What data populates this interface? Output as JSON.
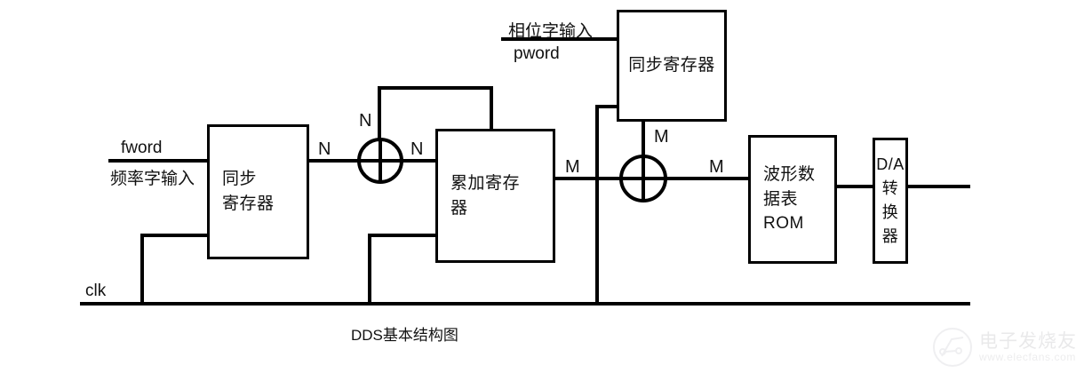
{
  "diagram": {
    "caption": "DDS基本结构图",
    "line_color": "#000000",
    "background": "#ffffff"
  },
  "blocks": [
    {
      "id": "sync-register-freq",
      "lines": [
        "同步",
        "寄存器"
      ]
    },
    {
      "id": "accumulator-register",
      "lines": [
        "累加寄存",
        "器"
      ]
    },
    {
      "id": "sync-register-phase",
      "lines": [
        "同步寄存器"
      ]
    },
    {
      "id": "waveform-rom",
      "lines": [
        "波形数",
        "据表",
        "ROM"
      ]
    },
    {
      "id": "dac",
      "lines": [
        "D/A",
        "转",
        "换",
        "器"
      ]
    }
  ],
  "ports": {
    "fword_label": "fword",
    "fword_desc": "频率字输入",
    "pword_label": "pword",
    "pword_desc": "相位字输入",
    "clk_label": "clk"
  },
  "bus_labels": {
    "n_adder_top": "N",
    "n_register_out": "N",
    "n_adder_out": "N",
    "m_accumulator_out": "M",
    "m_adder_top": "M",
    "m_adder_out": "M"
  },
  "watermark": {
    "cn": "电子发烧友",
    "url": "www.elecfans.com"
  }
}
